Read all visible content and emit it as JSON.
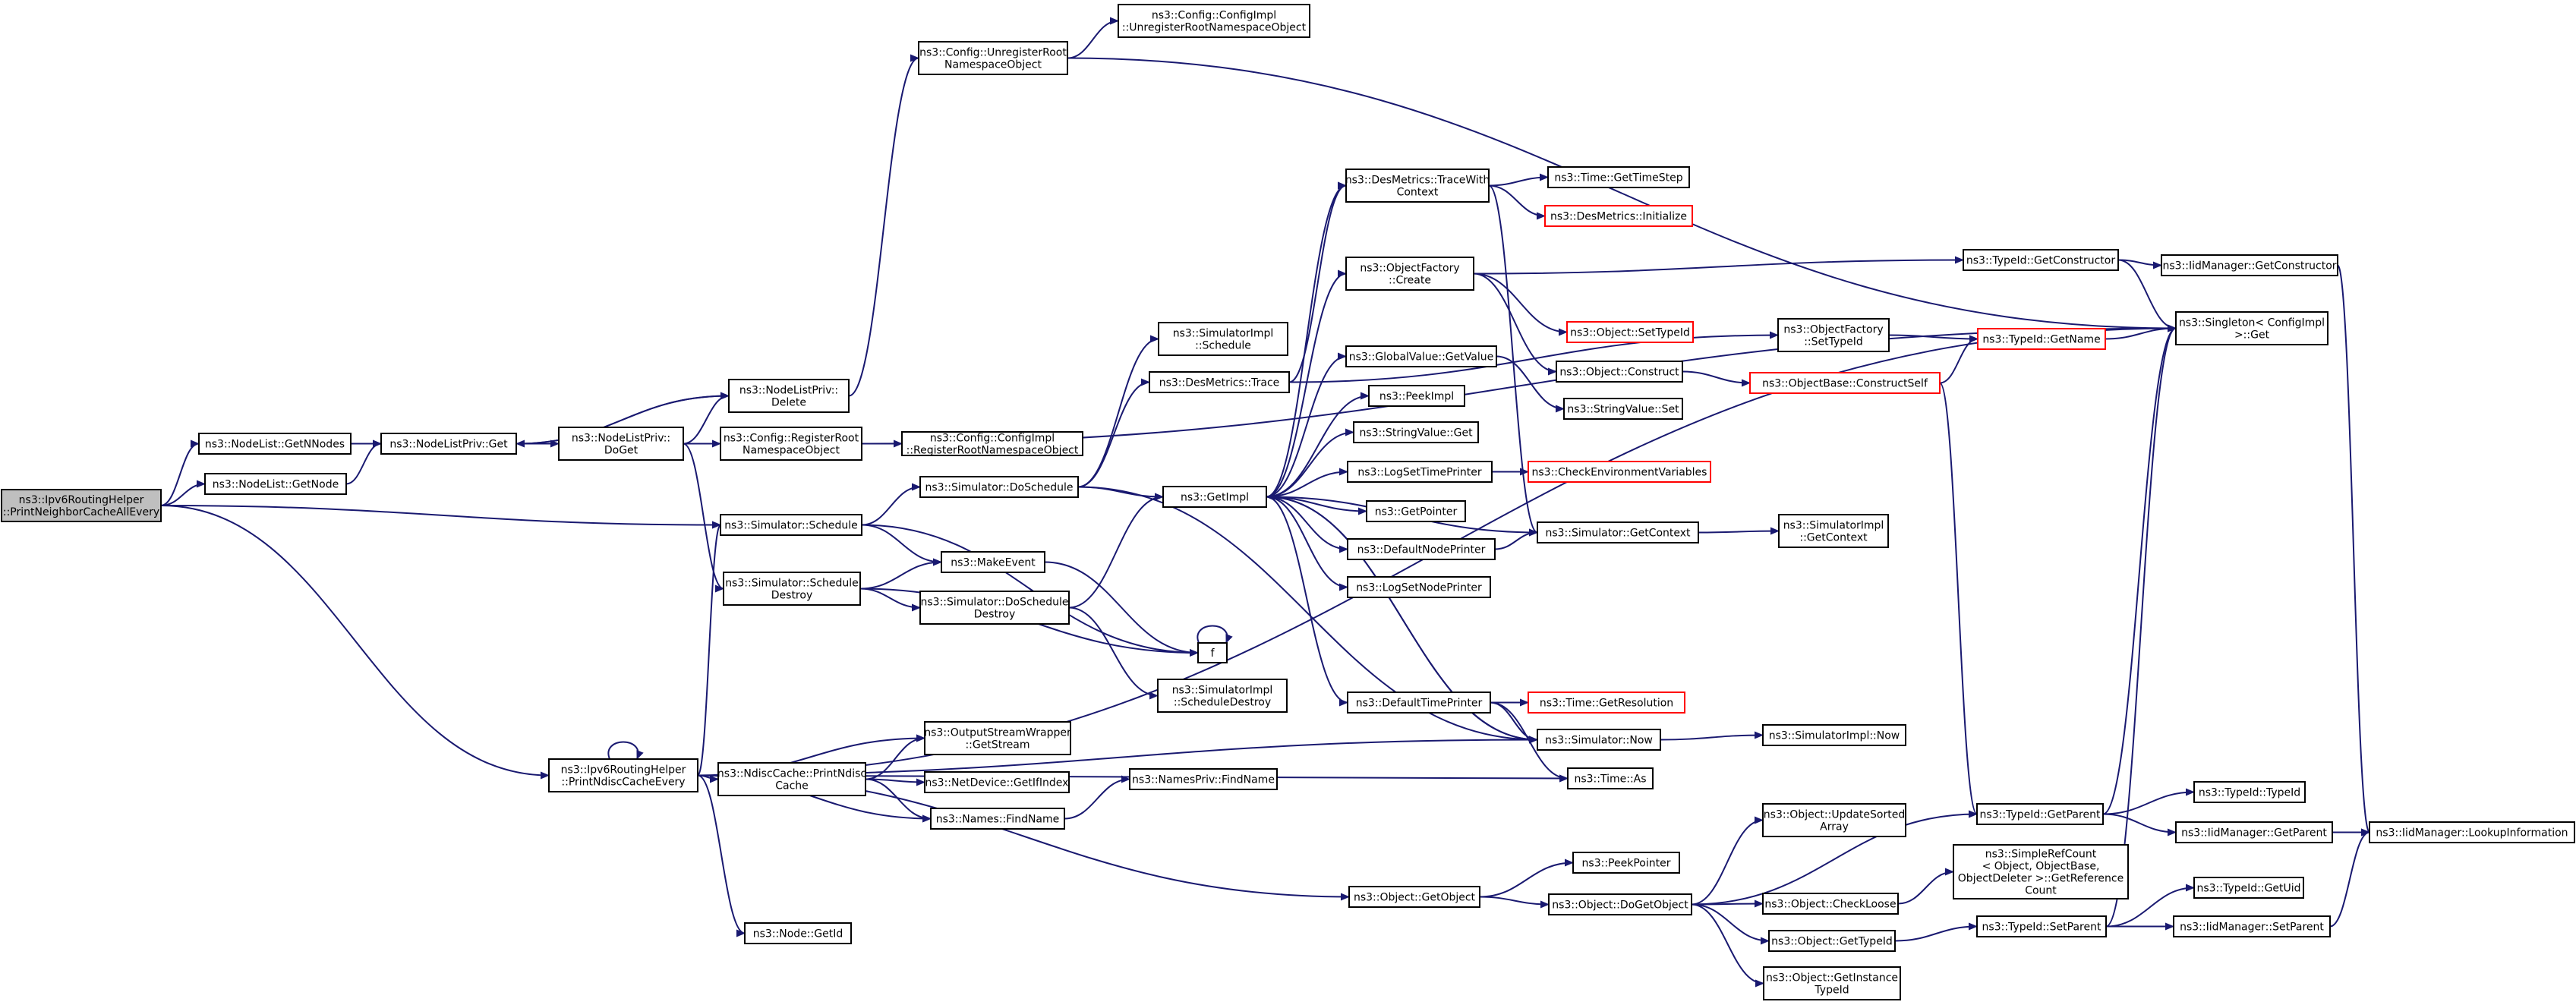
{
  "nodes": [
    {
      "id": "root",
      "lines": [
        "ns3::Ipv6RoutingHelper",
        "::PrintNeighborCacheAllEvery"
      ],
      "style": "root"
    },
    {
      "id": "getNNodes",
      "lines": [
        "ns3::NodeList::GetNNodes"
      ]
    },
    {
      "id": "getNode",
      "lines": [
        "ns3::NodeList::GetNode"
      ]
    },
    {
      "id": "nlpGet",
      "lines": [
        "ns3::NodeListPriv::Get"
      ]
    },
    {
      "id": "nlpDoGet",
      "lines": [
        "ns3::NodeListPriv::",
        "DoGet"
      ]
    },
    {
      "id": "nlpDelete",
      "lines": [
        "ns3::NodeListPriv::",
        "Delete"
      ]
    },
    {
      "id": "cfgUnreg",
      "lines": [
        "ns3::Config::UnregisterRoot",
        "NamespaceObject"
      ]
    },
    {
      "id": "cfgImplUnreg",
      "lines": [
        "ns3::Config::ConfigImpl",
        "::UnregisterRootNamespaceObject"
      ]
    },
    {
      "id": "cfgReg",
      "lines": [
        "ns3::Config::RegisterRoot",
        "NamespaceObject"
      ]
    },
    {
      "id": "cfgImplReg",
      "lines": [
        "ns3::Config::ConfigImpl",
        "::RegisterRootNamespaceObject"
      ]
    },
    {
      "id": "simSchedule",
      "lines": [
        "ns3::Simulator::Schedule"
      ]
    },
    {
      "id": "simScheduleDestroy",
      "lines": [
        "ns3::Simulator::Schedule",
        "Destroy"
      ]
    },
    {
      "id": "simDoSchedule",
      "lines": [
        "ns3::Simulator::DoSchedule"
      ]
    },
    {
      "id": "makeEvent",
      "lines": [
        "ns3::MakeEvent"
      ]
    },
    {
      "id": "simDoScheduleDestroy",
      "lines": [
        "ns3::Simulator::DoSchedule",
        "Destroy"
      ]
    },
    {
      "id": "f",
      "lines": [
        "f"
      ]
    },
    {
      "id": "simImplSchedule",
      "lines": [
        "ns3::SimulatorImpl",
        "::Schedule"
      ]
    },
    {
      "id": "simImplScheduleDestroy",
      "lines": [
        "ns3::SimulatorImpl",
        "::ScheduleDestroy"
      ]
    },
    {
      "id": "desTrace",
      "lines": [
        "ns3::DesMetrics::Trace"
      ]
    },
    {
      "id": "getImpl",
      "lines": [
        "ns3::GetImpl"
      ]
    },
    {
      "id": "desTraceWithCtx",
      "lines": [
        "ns3::DesMetrics::TraceWith",
        "Context"
      ]
    },
    {
      "id": "timeGetTimeStep",
      "lines": [
        "ns3::Time::GetTimeStep"
      ]
    },
    {
      "id": "desInit",
      "lines": [
        "ns3::DesMetrics::Initialize"
      ],
      "style": "red"
    },
    {
      "id": "ofCreate",
      "lines": [
        "ns3::ObjectFactory",
        "::Create"
      ]
    },
    {
      "id": "objSetTypeId",
      "lines": [
        "ns3::Object::SetTypeId"
      ],
      "style": "red"
    },
    {
      "id": "objConstruct",
      "lines": [
        "ns3::Object::Construct"
      ]
    },
    {
      "id": "gvGetValue",
      "lines": [
        "ns3::GlobalValue::GetValue"
      ]
    },
    {
      "id": "strValueSet",
      "lines": [
        "ns3::StringValue::Set"
      ]
    },
    {
      "id": "peekImpl",
      "lines": [
        "ns3::PeekImpl"
      ]
    },
    {
      "id": "strValueGet",
      "lines": [
        "ns3::StringValue::Get"
      ]
    },
    {
      "id": "logSetTimePrinter",
      "lines": [
        "ns3::LogSetTimePrinter"
      ]
    },
    {
      "id": "checkEnv",
      "lines": [
        "ns3::CheckEnvironmentVariables"
      ],
      "style": "red"
    },
    {
      "id": "getPointer",
      "lines": [
        "ns3::GetPointer"
      ]
    },
    {
      "id": "defNodePrinter",
      "lines": [
        "ns3::DefaultNodePrinter"
      ]
    },
    {
      "id": "logSetNodePrinter",
      "lines": [
        "ns3::LogSetNodePrinter"
      ]
    },
    {
      "id": "simGetContext",
      "lines": [
        "ns3::Simulator::GetContext"
      ]
    },
    {
      "id": "simImplGetContext",
      "lines": [
        "ns3::SimulatorImpl",
        "::GetContext"
      ]
    },
    {
      "id": "defTimePrinter",
      "lines": [
        "ns3::DefaultTimePrinter"
      ]
    },
    {
      "id": "timeGetRes",
      "lines": [
        "ns3::Time::GetResolution"
      ],
      "style": "red"
    },
    {
      "id": "simNow",
      "lines": [
        "ns3::Simulator::Now"
      ]
    },
    {
      "id": "simImplNow",
      "lines": [
        "ns3::SimulatorImpl::Now"
      ]
    },
    {
      "id": "timeAs",
      "lines": [
        "ns3::Time::As"
      ]
    },
    {
      "id": "printNdisc",
      "lines": [
        "ns3::Ipv6RoutingHelper",
        "::PrintNdiscCacheEvery"
      ]
    },
    {
      "id": "ndiscPrint",
      "lines": [
        "ns3::NdiscCache::PrintNdisc",
        "Cache"
      ]
    },
    {
      "id": "oswGetStream",
      "lines": [
        "ns3::OutputStreamWrapper",
        "::GetStream"
      ]
    },
    {
      "id": "netDevGetIfIndex",
      "lines": [
        "ns3::NetDevice::GetIfIndex"
      ]
    },
    {
      "id": "namesFind",
      "lines": [
        "ns3::Names::FindName"
      ]
    },
    {
      "id": "namesPrivFind",
      "lines": [
        "ns3::NamesPriv::FindName"
      ]
    },
    {
      "id": "nodeGetId",
      "lines": [
        "ns3::Node::GetId"
      ]
    },
    {
      "id": "objGetObject",
      "lines": [
        "ns3::Object::GetObject"
      ]
    },
    {
      "id": "peekPointer",
      "lines": [
        "ns3::PeekPointer"
      ]
    },
    {
      "id": "objDoGetObject",
      "lines": [
        "ns3::Object::DoGetObject"
      ]
    },
    {
      "id": "objUpdateSorted",
      "lines": [
        "ns3::Object::UpdateSorted",
        "Array"
      ]
    },
    {
      "id": "objCheckLoose",
      "lines": [
        "ns3::Object::CheckLoose"
      ]
    },
    {
      "id": "simpleRefCount",
      "lines": [
        "ns3::SimpleRefCount",
        "< Object, ObjectBase,",
        "ObjectDeleter >::GetReference",
        "Count"
      ]
    },
    {
      "id": "objGetTypeId",
      "lines": [
        "ns3::Object::GetTypeId"
      ]
    },
    {
      "id": "objGetInstTypeId",
      "lines": [
        "ns3::Object::GetInstance",
        "TypeId"
      ]
    },
    {
      "id": "ofSetTypeId",
      "lines": [
        "ns3::ObjectFactory",
        "::SetTypeId"
      ]
    },
    {
      "id": "objBaseConstructSelf",
      "lines": [
        "ns3::ObjectBase::ConstructSelf"
      ],
      "style": "red"
    },
    {
      "id": "typeIdGetConstructor",
      "lines": [
        "ns3::TypeId::GetConstructor"
      ]
    },
    {
      "id": "typeIdGetName",
      "lines": [
        "ns3::TypeId::GetName"
      ],
      "style": "red"
    },
    {
      "id": "iidGetConstructor",
      "lines": [
        "ns3::IidManager::GetConstructor"
      ]
    },
    {
      "id": "singletonGet",
      "lines": [
        "ns3::Singleton< ConfigImpl",
        ">::Get"
      ]
    },
    {
      "id": "typeIdGetParent",
      "lines": [
        "ns3::TypeId::GetParent"
      ]
    },
    {
      "id": "typeIdTypeId",
      "lines": [
        "ns3::TypeId::TypeId"
      ]
    },
    {
      "id": "iidGetParent",
      "lines": [
        "ns3::IidManager::GetParent"
      ]
    },
    {
      "id": "iidLookup",
      "lines": [
        "ns3::IidManager::LookupInformation"
      ]
    },
    {
      "id": "typeIdSetParent",
      "lines": [
        "ns3::TypeId::SetParent"
      ]
    },
    {
      "id": "typeIdGetUid",
      "lines": [
        "ns3::TypeId::GetUid"
      ]
    },
    {
      "id": "iidSetParent",
      "lines": [
        "ns3::IidManager::SetParent"
      ]
    }
  ]
}
